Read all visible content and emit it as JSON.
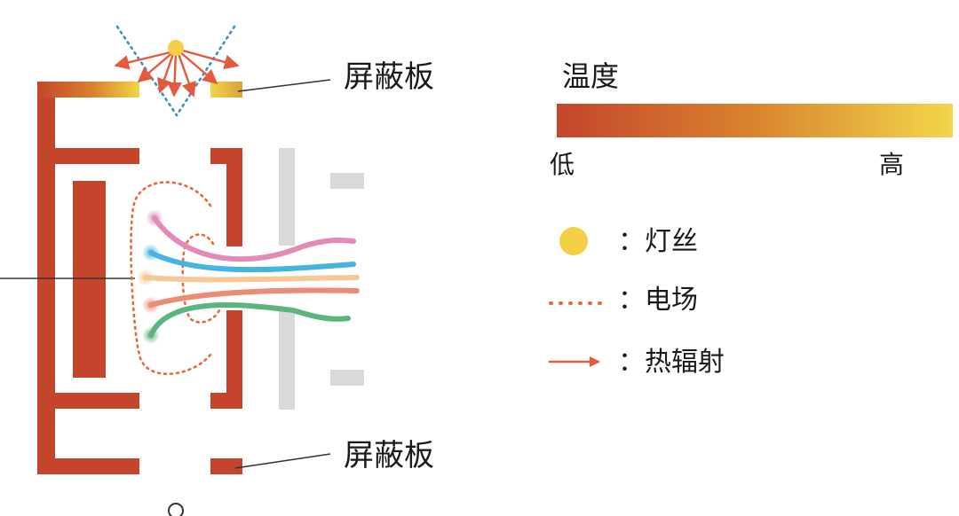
{
  "labels": {
    "shield_top": "屏蔽板",
    "shield_bottom": "屏蔽板",
    "temperature_title": "温度",
    "temp_low": "低",
    "temp_high": "高"
  },
  "legend": [
    {
      "symbol": "filament-dot",
      "text": "：灯丝"
    },
    {
      "symbol": "dotted-line",
      "text": "：电场"
    },
    {
      "symbol": "arrow",
      "text": "：热辐射"
    }
  ],
  "colors": {
    "hot_red": "#c4452c",
    "mid_orange": "#d9822e",
    "cool_yellow": "#f0d548",
    "filament": "#f3d046",
    "electric_field": "#e8683a",
    "heat_arrow": "#e35a3c",
    "radiation_cone": "#3a8fc8",
    "grid_gray": "#d9d9d9",
    "beam_pink": "#e38ab8",
    "beam_blue": "#46b4e0",
    "beam_peach": "#f6c896",
    "beam_salmon": "#ea8d74",
    "beam_green": "#5cb57c"
  }
}
